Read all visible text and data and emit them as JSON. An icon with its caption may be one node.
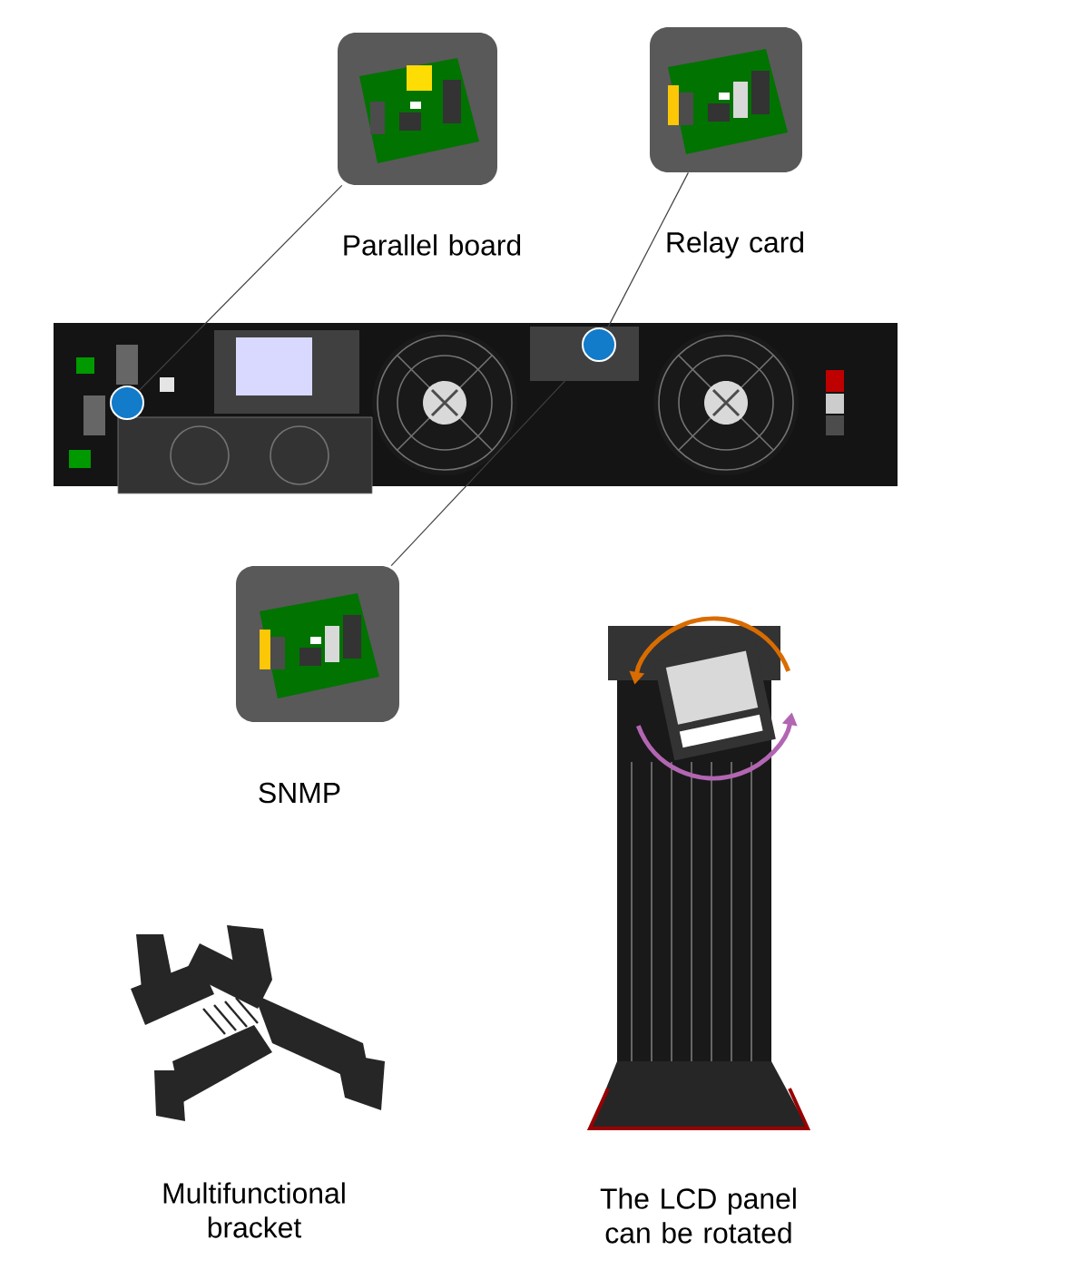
{
  "diagram": {
    "nodes": [
      {
        "text": [],
        "shape": "picture",
        "beside": [
          "Parallel  board"
        ]
      },
      {
        "text": [],
        "shape": "picture",
        "beside": [
          "Relay card"
        ]
      },
      {
        "text": [],
        "shape": "picture"
      },
      {
        "text": [],
        "shape": "circle",
        "in": 2
      },
      {
        "text": [],
        "shape": "circle",
        "in": 2
      },
      {
        "text": [],
        "shape": "picture",
        "beside": [
          "SNMP"
        ]
      },
      {
        "text": [],
        "shape": "picture",
        "beside": [
          "Multifunctional bracket"
        ]
      },
      {
        "text": [],
        "shape": "picture",
        "beside": [
          "The LCD panel can be rotated"
        ]
      }
    ],
    "edges": [
      {
        "from": 0,
        "to": 3,
        "arrow": "none"
      },
      {
        "from": 1,
        "to": 4,
        "arrow": "none"
      },
      {
        "from": 5,
        "to": 4,
        "arrow": "none"
      }
    ]
  }
}
